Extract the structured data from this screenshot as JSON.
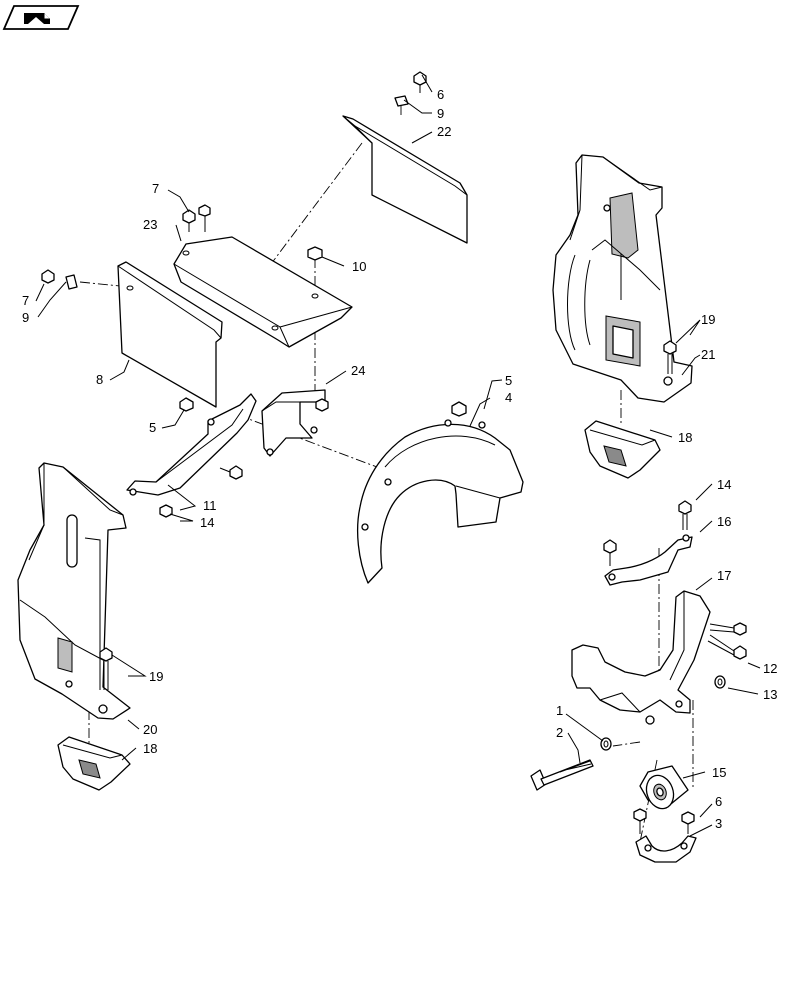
{
  "logo": {
    "icon": "page-turn-icon"
  },
  "callouts": [
    {
      "id": "c6a",
      "text": "6"
    },
    {
      "id": "c9a",
      "text": "9"
    },
    {
      "id": "c22",
      "text": "22"
    },
    {
      "id": "c7a",
      "text": "7"
    },
    {
      "id": "c23",
      "text": "23"
    },
    {
      "id": "c10",
      "text": "10"
    },
    {
      "id": "c7b",
      "text": "7"
    },
    {
      "id": "c9b",
      "text": "9"
    },
    {
      "id": "c8",
      "text": "8"
    },
    {
      "id": "c24",
      "text": "24"
    },
    {
      "id": "c5a",
      "text": "5"
    },
    {
      "id": "c5b",
      "text": "5"
    },
    {
      "id": "c4",
      "text": "4"
    },
    {
      "id": "c11",
      "text": "11"
    },
    {
      "id": "c14a",
      "text": "14"
    },
    {
      "id": "c19a",
      "text": "19"
    },
    {
      "id": "c21",
      "text": "21"
    },
    {
      "id": "c18a",
      "text": "18"
    },
    {
      "id": "c14b",
      "text": "14"
    },
    {
      "id": "c16",
      "text": "16"
    },
    {
      "id": "c17",
      "text": "17"
    },
    {
      "id": "c19b",
      "text": "19"
    },
    {
      "id": "c12",
      "text": "12"
    },
    {
      "id": "c13",
      "text": "13"
    },
    {
      "id": "c20",
      "text": "20"
    },
    {
      "id": "c18b",
      "text": "18"
    },
    {
      "id": "c1",
      "text": "1"
    },
    {
      "id": "c2",
      "text": "2"
    },
    {
      "id": "c15",
      "text": "15"
    },
    {
      "id": "c6b",
      "text": "6"
    },
    {
      "id": "c3",
      "text": "3"
    }
  ]
}
